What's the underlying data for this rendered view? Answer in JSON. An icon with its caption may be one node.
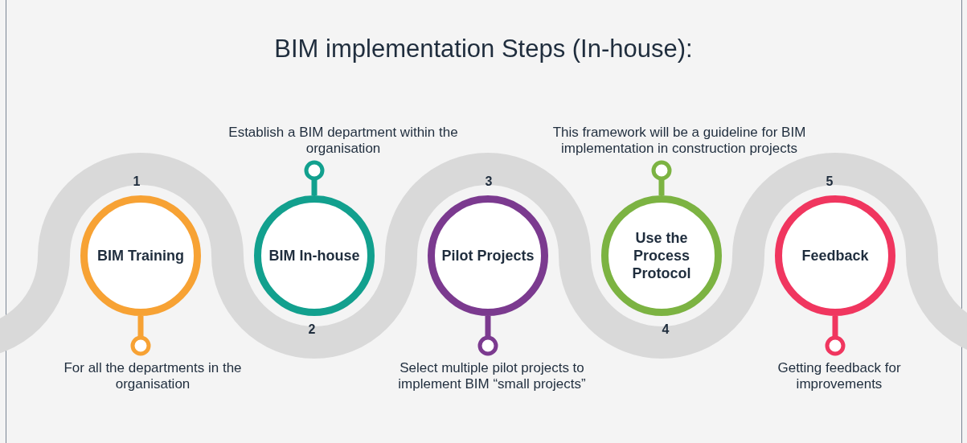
{
  "diagram": {
    "title": "BIM implementation Steps (In-house):",
    "nodes": [
      {
        "text": [
          "BIM Training"
        ],
        "beside": [
          "For all the departments in the organisation"
        ]
      },
      {
        "text": [
          "BIM In-house"
        ],
        "beside": [
          "Establish a BIM department within the organisation"
        ]
      },
      {
        "text": [
          "Pilot Projects"
        ],
        "beside": [
          "Select multiple pilot projects to implement BIM “small projects”"
        ]
      },
      {
        "text": [
          "Use the Process Protocol"
        ],
        "beside": [
          "This framework will be a guideline for BIM implementation in construction projects"
        ]
      },
      {
        "text": [
          "Feedback"
        ],
        "beside": [
          "Getting feedback for improvements"
        ]
      }
    ],
    "labels": [
      "1",
      "2",
      "3",
      "4",
      "5"
    ]
  }
}
